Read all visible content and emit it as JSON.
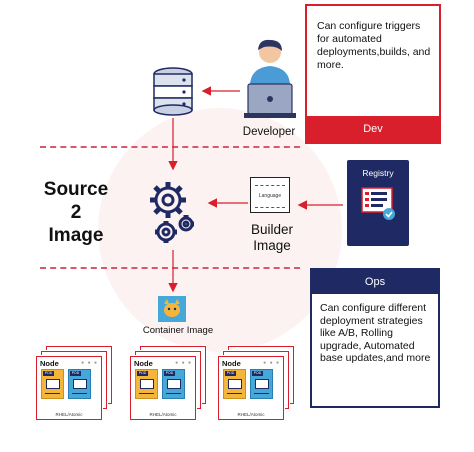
{
  "dev": {
    "description": "Can configure triggers for automated deployments,builds, and more.",
    "label": "Dev"
  },
  "ops": {
    "label": "Ops",
    "description": "Can configure different deployment strategies like A/B, Rolling upgrade, Automated base updates,and more"
  },
  "labels": {
    "developer": "Developer",
    "source_to_image": "Source 2 Image",
    "builder_image": "Builder Image",
    "container_image": "Container Image",
    "registry": "Registry",
    "language": "Language"
  },
  "nodes": [
    {
      "title": "Node",
      "pod_label": "POD",
      "footer": "RHEL/Atomic"
    },
    {
      "title": "Node",
      "pod_label": "POD",
      "footer": "RHEL/Atomic"
    },
    {
      "title": "Node",
      "pod_label": "POD",
      "footer": "RHEL/Atomic"
    }
  ],
  "colors": {
    "accent_red": "#d81f2b",
    "navy": "#1f2a64",
    "gear_navy": "#1f2a64",
    "arrow_red": "#d81f2b"
  },
  "icons": [
    "database-icon",
    "developer-icon",
    "gears-icon",
    "registry-icon",
    "container-image-icon"
  ]
}
